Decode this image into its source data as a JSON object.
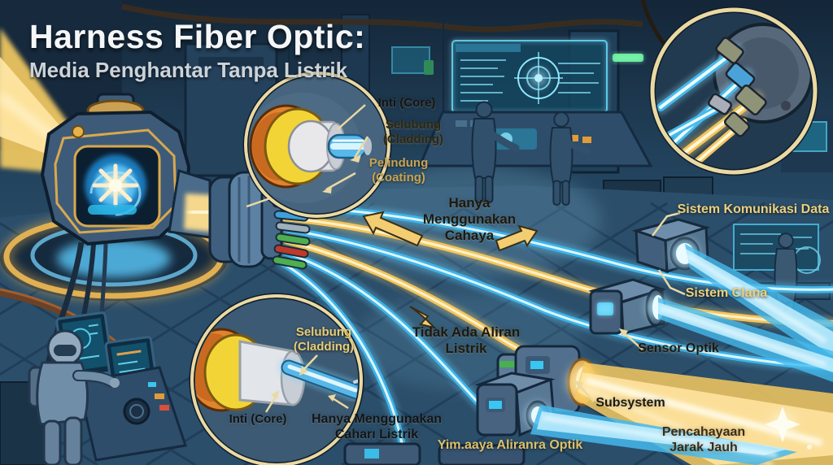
{
  "title": {
    "main": "Harness Fiber Optic:",
    "subtitle": "Media Penghantar Tanpa Listrik"
  },
  "callout_top_cross_section": {
    "core": "Inti (Core)",
    "cladding": "Selubung (Cladding)",
    "coating": "Pelindung (Coating)"
  },
  "callout_bottom_strand": {
    "cladding": "Selubung (Cladding)",
    "core": "Inti (Core)",
    "note": "Hanya Menggunakan Caharı Listrik"
  },
  "annotations": {
    "only_light": "Hanya Menggunakan Cahaya",
    "no_current": "Tidak Ada Aliran Listrik",
    "data_comm": "Sistem Komunikasi Data",
    "sistem_clana": "Sistem Clana",
    "sensor_optik": "Sensor Optik",
    "subsystem": "Subsystem",
    "optic_flow": "Yim.aaya Aliranra Optik",
    "long_range": "Pencahayaan Jarak Jauh"
  },
  "colors": {
    "background": "#274a63",
    "callout_border": "#ead9a2",
    "arrow_yellow": "#f2cd72",
    "label_gold": "#ecd07c",
    "label_ink": "#1d1910",
    "beam_yellow": "#f6ce66",
    "beam_blue": "#45b9ec",
    "fiber_coating_orange": "#e0832e",
    "fiber_cladding_yellow": "#f2d437",
    "fiber_core_blue": "#58b8e8"
  },
  "icons": {
    "sparkle": "four-point-star"
  }
}
